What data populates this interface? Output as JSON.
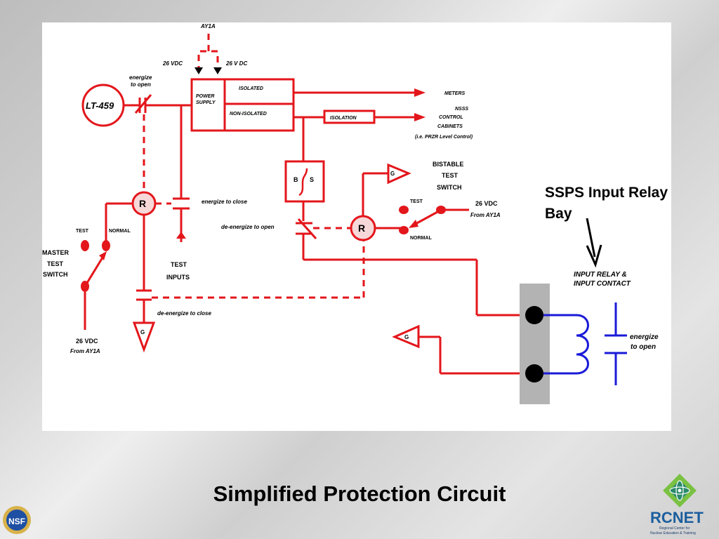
{
  "slide": {
    "title": "Simplified Protection Circuit"
  },
  "callout": {
    "line1": "SSPS Input Relay",
    "line2": "Bay"
  },
  "labels": {
    "ay1a": "AY1A",
    "vdc_left": "26 VDC",
    "vdc_right": "26 V DC",
    "energize_to_open_top_1": "energize",
    "energize_to_open_top_2": "to open",
    "lt459": "LT-459",
    "power_supply_1": "POWER",
    "power_supply_2": "SUPPLY",
    "isolated": "ISOLATED",
    "non_isolated": "NON-ISOLATED",
    "isolation": "ISOLATION",
    "meters": "METERS",
    "nsss": "NSSS",
    "control": "CONTROL",
    "cabinets": "CABINETS",
    "przr": "(i.e. PRZR Level Control)",
    "bistable_b": "B",
    "bistable_s": "S",
    "bistable_1": "BISTABLE",
    "bistable_2": "TEST",
    "bistable_3": "SWITCH",
    "ground": "G",
    "relay_r": "R",
    "energize_to_close": "energize to close",
    "de_energize_to_open": "de-energize to open",
    "test": "TEST",
    "normal": "NORMAL",
    "vdc_bistable": "26 VDC",
    "from_ay1a": "From AY1A",
    "master_1": "MASTER",
    "master_2": "TEST",
    "master_3": "SWITCH",
    "test_inputs_1": "TEST",
    "test_inputs_2": "INPUTS",
    "de_energize_to_close": "de-energize to close",
    "vdc_bottom": "26 VDC",
    "input_relay_1": "INPUT RELAY &",
    "input_relay_2": "INPUT CONTACT",
    "energize_to_open_right_1": "energize",
    "energize_to_open_right_2": "to open"
  },
  "logos": {
    "left": "NSF",
    "right_name": "RCNET",
    "right_tag_1": "Regional Center for",
    "right_tag_2": "Nuclear Education & Training"
  },
  "colors": {
    "wire": "#e3161b",
    "coil": "#1a1ad8",
    "bay": "#b3b3b3"
  }
}
